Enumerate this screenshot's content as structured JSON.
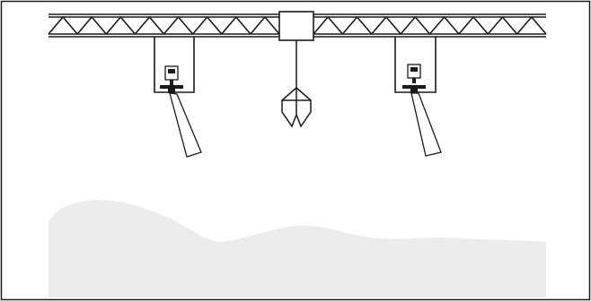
{
  "diagram": {
    "kind": "overhead crane with grab bucket and two radar level sensors above bulk material pile",
    "colors": {
      "line": "#1a1a1a",
      "frame": "#1a1a1a",
      "material": "#ececec",
      "background": "#ffffff"
    },
    "components": {
      "crane_girder": {
        "icon": "truss-girder-icon",
        "label": ""
      },
      "trolley": {
        "icon": "trolley-box-icon",
        "label": ""
      },
      "grab": {
        "icon": "grab-bucket-icon",
        "label": ""
      },
      "sensors": [
        {
          "name": "left-radar-sensor",
          "icon": "radar-sensor-icon",
          "beam": "radar-beam-icon"
        },
        {
          "name": "right-radar-sensor",
          "icon": "radar-sensor-icon",
          "beam": "radar-beam-icon"
        }
      ],
      "material_pile": {
        "icon": "bulk-material-icon"
      }
    }
  }
}
